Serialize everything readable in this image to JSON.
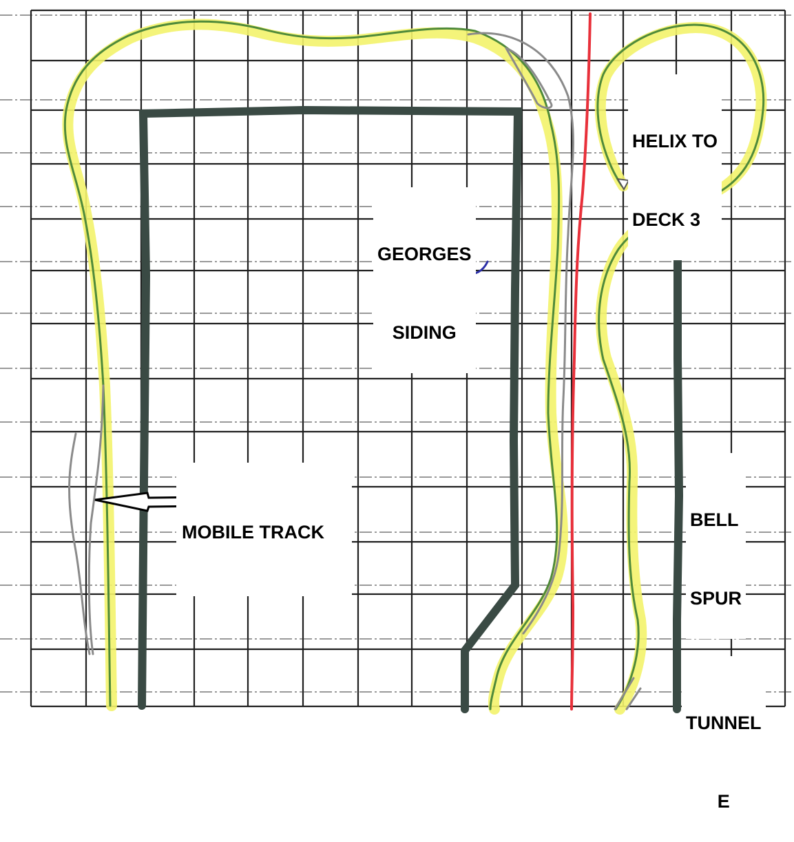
{
  "diagram": {
    "type": "model-railroad-track-plan",
    "background_color": "#ffffff",
    "grid": {
      "color": "#1e1e1e",
      "vertical_lines_x": [
        45,
        125,
        205,
        282,
        360,
        440,
        520,
        598,
        678,
        758,
        830,
        905,
        982,
        1062,
        1140
      ],
      "horizontal_lines_y": [
        15,
        88,
        160,
        238,
        318,
        393,
        470,
        550,
        627,
        707,
        787,
        863,
        943,
        1026
      ],
      "dash_lines_y": [
        22,
        145,
        222,
        300,
        380,
        455,
        535,
        613,
        693,
        773,
        850,
        928,
        1005
      ]
    },
    "colors": {
      "main_track": "#3a4a44",
      "highlight": "#f3f36b",
      "route_line": "#4f8a3a",
      "pencil": "#8a8a8a",
      "red_line": "#e8303a",
      "blue_mark": "#2b2fa8"
    },
    "labels": {
      "helix": [
        "HELIX TO",
        "DECK 3"
      ],
      "georges_siding": [
        "GEORGES",
        "SIDING"
      ],
      "mobile_track": "MOBILE TRACK",
      "bell_spur": [
        "BELL",
        "SPUR"
      ],
      "tunnel": [
        "TUNNEL",
        "E"
      ]
    },
    "icons": {
      "mobile_arrow": "left-arrow-icon",
      "helix_arrow": "down-arrow-icon"
    }
  }
}
